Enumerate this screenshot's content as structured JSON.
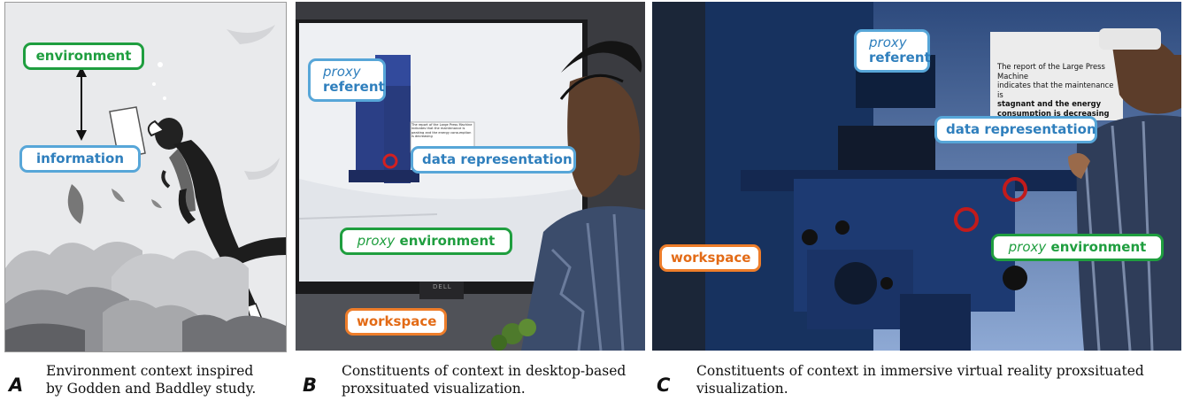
{
  "panels": {
    "a": {
      "letter": "A",
      "caption_line1": "Environment context inspired",
      "caption_line2": "by Godden and Baddley study.",
      "labels": {
        "environment": "environment",
        "information": "information"
      }
    },
    "b": {
      "letter": "B",
      "caption_line1": "Constituents of context in desktop-based",
      "caption_line2": "proxsituated visualization.",
      "labels": {
        "proxy_italic": "proxy",
        "referent": "referent",
        "data_representation": "data representation",
        "proxy_env_italic": "proxy",
        "environment": "environment",
        "workspace": "workspace"
      },
      "screen_text": "The report of the Large Press Machine indicates that the maintenance is peaking and the energy consumption is decreasing",
      "monitor_brand": "DELL"
    },
    "c": {
      "letter": "C",
      "caption_line1": "Constituents of context in immersive virtual reality proxsituated",
      "caption_line2": "visualization.",
      "labels": {
        "proxy_italic": "proxy",
        "referent": "referent",
        "data_representation": "data representation",
        "proxy_env_italic": "proxy",
        "environment": "environment",
        "workspace": "workspace"
      },
      "report_line1": "The report of the Large Press Machine",
      "report_line2": "indicates that the maintenance is",
      "report_line3": "stagnant and the energy",
      "report_line4": "consumption is decreasing"
    }
  },
  "colors": {
    "green": "#1f9e3f",
    "blue": "#57a6d8",
    "orange": "#ee7d2a"
  }
}
